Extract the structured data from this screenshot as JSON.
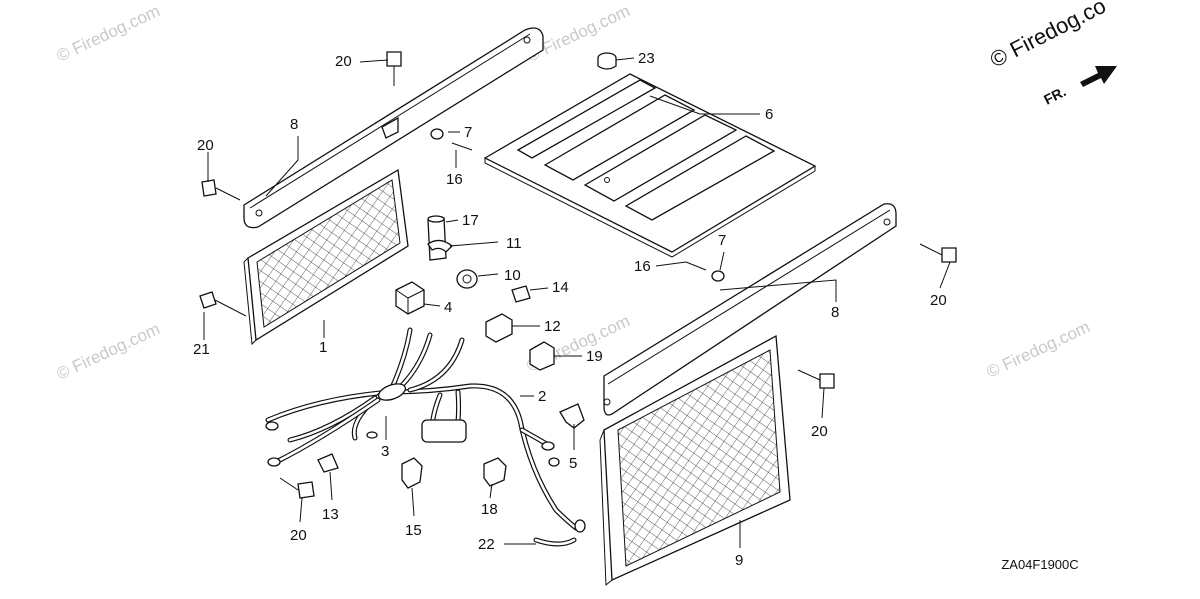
{
  "diagram": {
    "code": "ZA04F1900C",
    "watermark": "© Firedog.com",
    "watermark_corner": "© Firedog.co",
    "front_marker": "FR.",
    "callouts": [
      "20",
      "8",
      "20",
      "21",
      "1",
      "17",
      "11",
      "10",
      "14",
      "4",
      "12",
      "19",
      "2",
      "3",
      "5",
      "13",
      "15",
      "18",
      "20",
      "22",
      "23",
      "7",
      "6",
      "16",
      "7",
      "16",
      "8",
      "20",
      "20",
      "9"
    ]
  }
}
